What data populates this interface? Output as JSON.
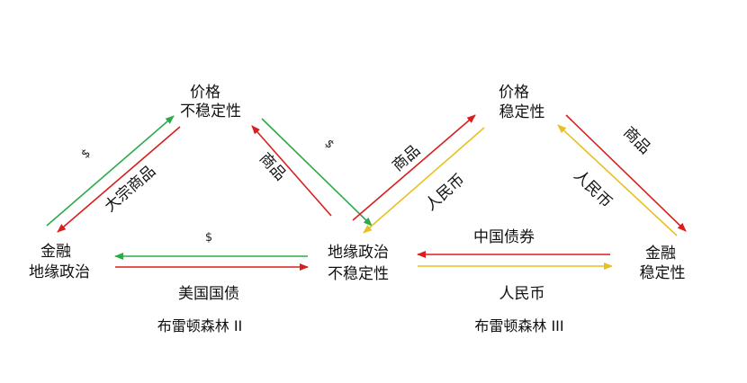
{
  "colors": {
    "green": "#2eaa4a",
    "red": "#d81e1e",
    "yellow": "#e8c020",
    "text": "#111111",
    "background": "#ffffff"
  },
  "nodes": {
    "price_instability": {
      "line1": "价格",
      "line2": "不稳定性"
    },
    "financial_geopolitics": {
      "line1": "金融",
      "line2": "地缘政治"
    },
    "geopolitical_instability": {
      "line1": "地缘政治",
      "line2": "不稳定性"
    },
    "price_stability": {
      "line1": "价格",
      "line2": "稳定性"
    },
    "financial_stability": {
      "line1": "金融",
      "line2": "稳定性"
    }
  },
  "edges": {
    "dollar_left_diag": "$",
    "bulk_commodities": "大宗商品",
    "commodities_mid": "商品",
    "dollar_mid_diag": "$",
    "dollar_bottom": "$",
    "us_treasuries": "美国国债",
    "commodities_right_up": "商品",
    "rmb_right_down": "人民币",
    "commodities_far_right": "商品",
    "rmb_far_right": "人民币",
    "china_bonds": "中国债券",
    "rmb_bottom": "人民币"
  },
  "systems": {
    "bretton_woods_2": "布雷顿森林 II",
    "bretton_woods_3": "布雷顿森林 III"
  }
}
